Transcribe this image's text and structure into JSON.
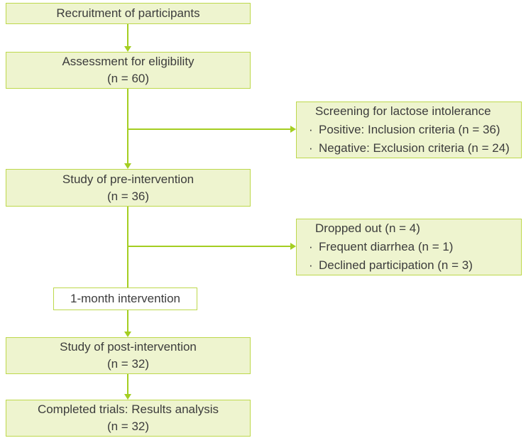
{
  "diagram": {
    "bullet": "·",
    "colors": {
      "box_fill": "#eef4cf",
      "box_border": "#bdd84b",
      "arrow": "#a4ce21",
      "text": "#3c3c3c",
      "white_fill": "#ffffff"
    },
    "boxes": {
      "recruitment": {
        "label": "Recruitment of participants"
      },
      "assessment": {
        "line1": "Assessment for eligibility",
        "line2": "(n = 60)"
      },
      "screening": {
        "title": "Screening for lactose intolerance",
        "items": [
          "Positive: Inclusion criteria (n = 36)",
          "Negative: Exclusion criteria (n = 24)"
        ]
      },
      "pre_intervention": {
        "line1": "Study of pre-intervention",
        "line2": "(n = 36)"
      },
      "dropped_out": {
        "title": "Dropped out (n = 4)",
        "items": [
          "Frequent diarrhea (n = 1)",
          "Declined participation (n = 3)"
        ]
      },
      "intervention": {
        "label": "1-month intervention"
      },
      "post_intervention": {
        "line1": "Study of post-intervention",
        "line2": "(n = 32)"
      },
      "completed": {
        "line1": "Completed trials: Results analysis",
        "line2": "(n = 32)"
      }
    }
  }
}
